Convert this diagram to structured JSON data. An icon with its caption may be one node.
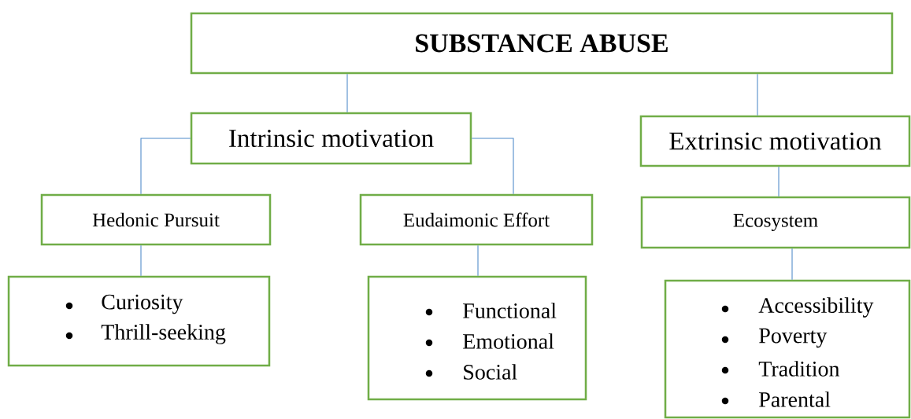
{
  "diagram": {
    "nodes": [
      {
        "text": [
          "SUBSTANCE ABUSE"
        ]
      },
      {
        "text": [
          "Intrinsic motivation"
        ]
      },
      {
        "text": [
          "Extrinsic motivation"
        ]
      },
      {
        "text": [
          "Hedonic Pursuit"
        ]
      },
      {
        "text": [
          "Eudaimonic Effort"
        ]
      },
      {
        "text": [
          "Ecosystem"
        ]
      },
      {
        "text": [
          "Curiosity",
          "Thrill-seeking"
        ]
      },
      {
        "text": [
          "Functional",
          "Emotional",
          "Social"
        ]
      },
      {
        "text": [
          "Accessibility",
          "Poverty",
          "Tradition",
          "Parental"
        ]
      }
    ],
    "edges": [
      {
        "from": 0,
        "to": 1,
        "arrow": "none"
      },
      {
        "from": 0,
        "to": 2,
        "arrow": "none"
      },
      {
        "from": 1,
        "to": 3,
        "arrow": "none"
      },
      {
        "from": 1,
        "to": 4,
        "arrow": "none"
      },
      {
        "from": 2,
        "to": 5,
        "arrow": "none"
      },
      {
        "from": 3,
        "to": 6,
        "arrow": "none"
      },
      {
        "from": 4,
        "to": 7,
        "arrow": "none"
      },
      {
        "from": 5,
        "to": 8,
        "arrow": "none"
      }
    ]
  }
}
